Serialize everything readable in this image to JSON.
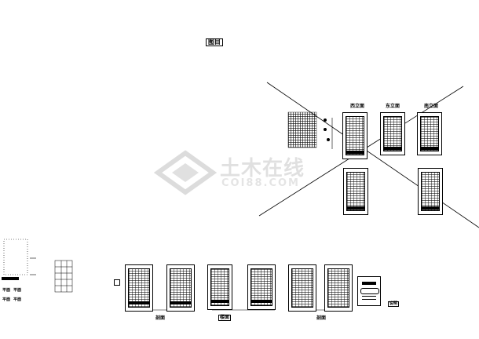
{
  "drawing": {
    "title_label": "图目",
    "view_labels": {
      "left": "西立面",
      "middle": "东立面",
      "right": "南立面"
    },
    "bottom_labels": {
      "a": "剖面",
      "b": "楼面",
      "c": "剖面"
    },
    "legend_marks": [
      "平面",
      "平面",
      "平面",
      "平面"
    ],
    "note_label": "说明",
    "colors": {
      "line": "#000000",
      "background": "#ffffff",
      "watermark": "#777777"
    }
  },
  "watermark": {
    "title": "土木在线",
    "subtitle": "COI88.COM",
    "icon": "diamond-logo-icon"
  }
}
